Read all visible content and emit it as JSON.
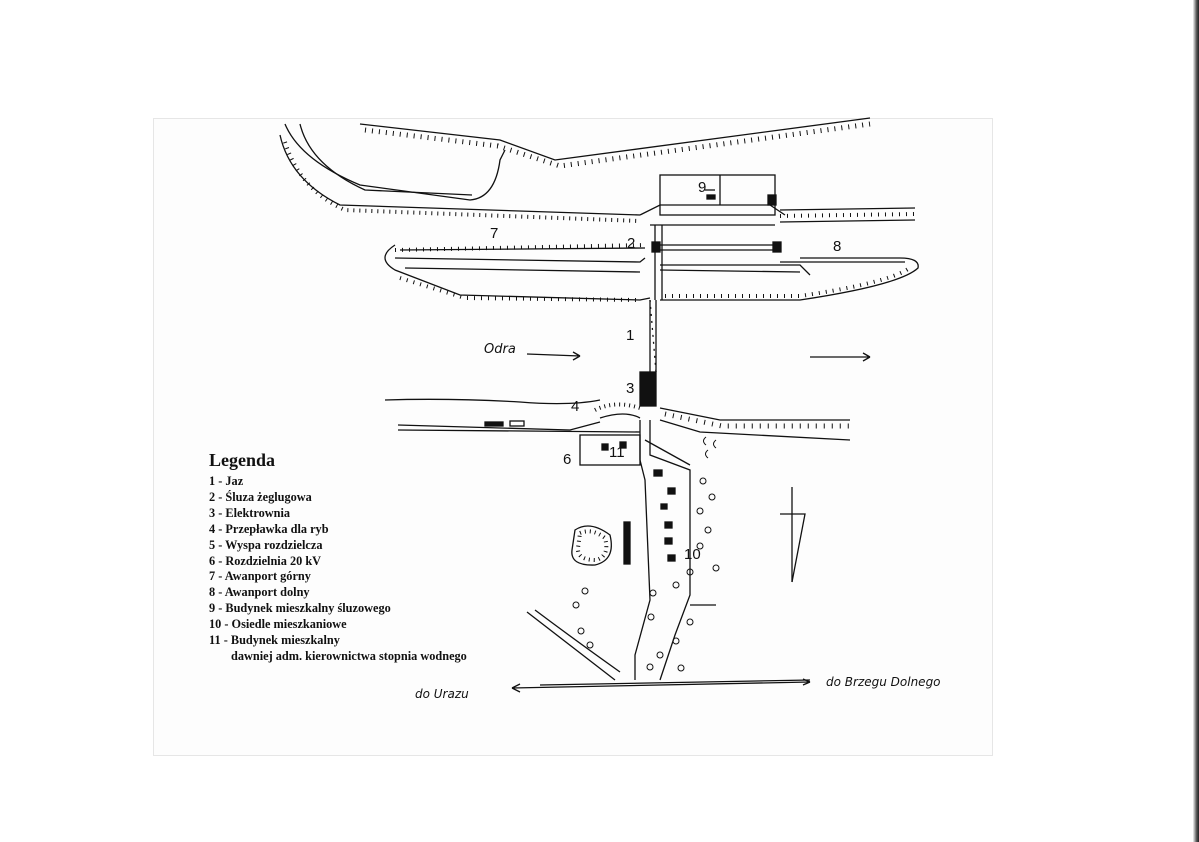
{
  "legend": {
    "title": "Legenda",
    "items": [
      "1 - Jaz",
      "2 - Śluza żeglugowa",
      "3 - Elektrownia",
      "4 - Przepławka dla ryb",
      "5 - Wyspa rozdzielcza",
      "6 - Rozdzielnia 20 kV",
      "7 - Awanport górny",
      "8 - Awanport dolny",
      "9 - Budynek mieszkalny śluzowego",
      "10 - Osiedle mieszkaniowe",
      "11 - Budynek mieszkalny",
      "dawniej adm. kierownictwa stopnia wodnego"
    ]
  },
  "map_labels": {
    "n1": "1",
    "n2": "2",
    "n3": "3",
    "n4": "4",
    "n6": "6",
    "n7": "7",
    "n8": "8",
    "n9": "9",
    "n10": "10",
    "n11": "11"
  },
  "annotations": {
    "river": "Odra",
    "road_west": "do Urazu",
    "road_east": "do Brzegu Dolnego"
  },
  "icons": [
    "north-arrow-icon",
    "flow-arrow-icon",
    "tree-icon"
  ]
}
